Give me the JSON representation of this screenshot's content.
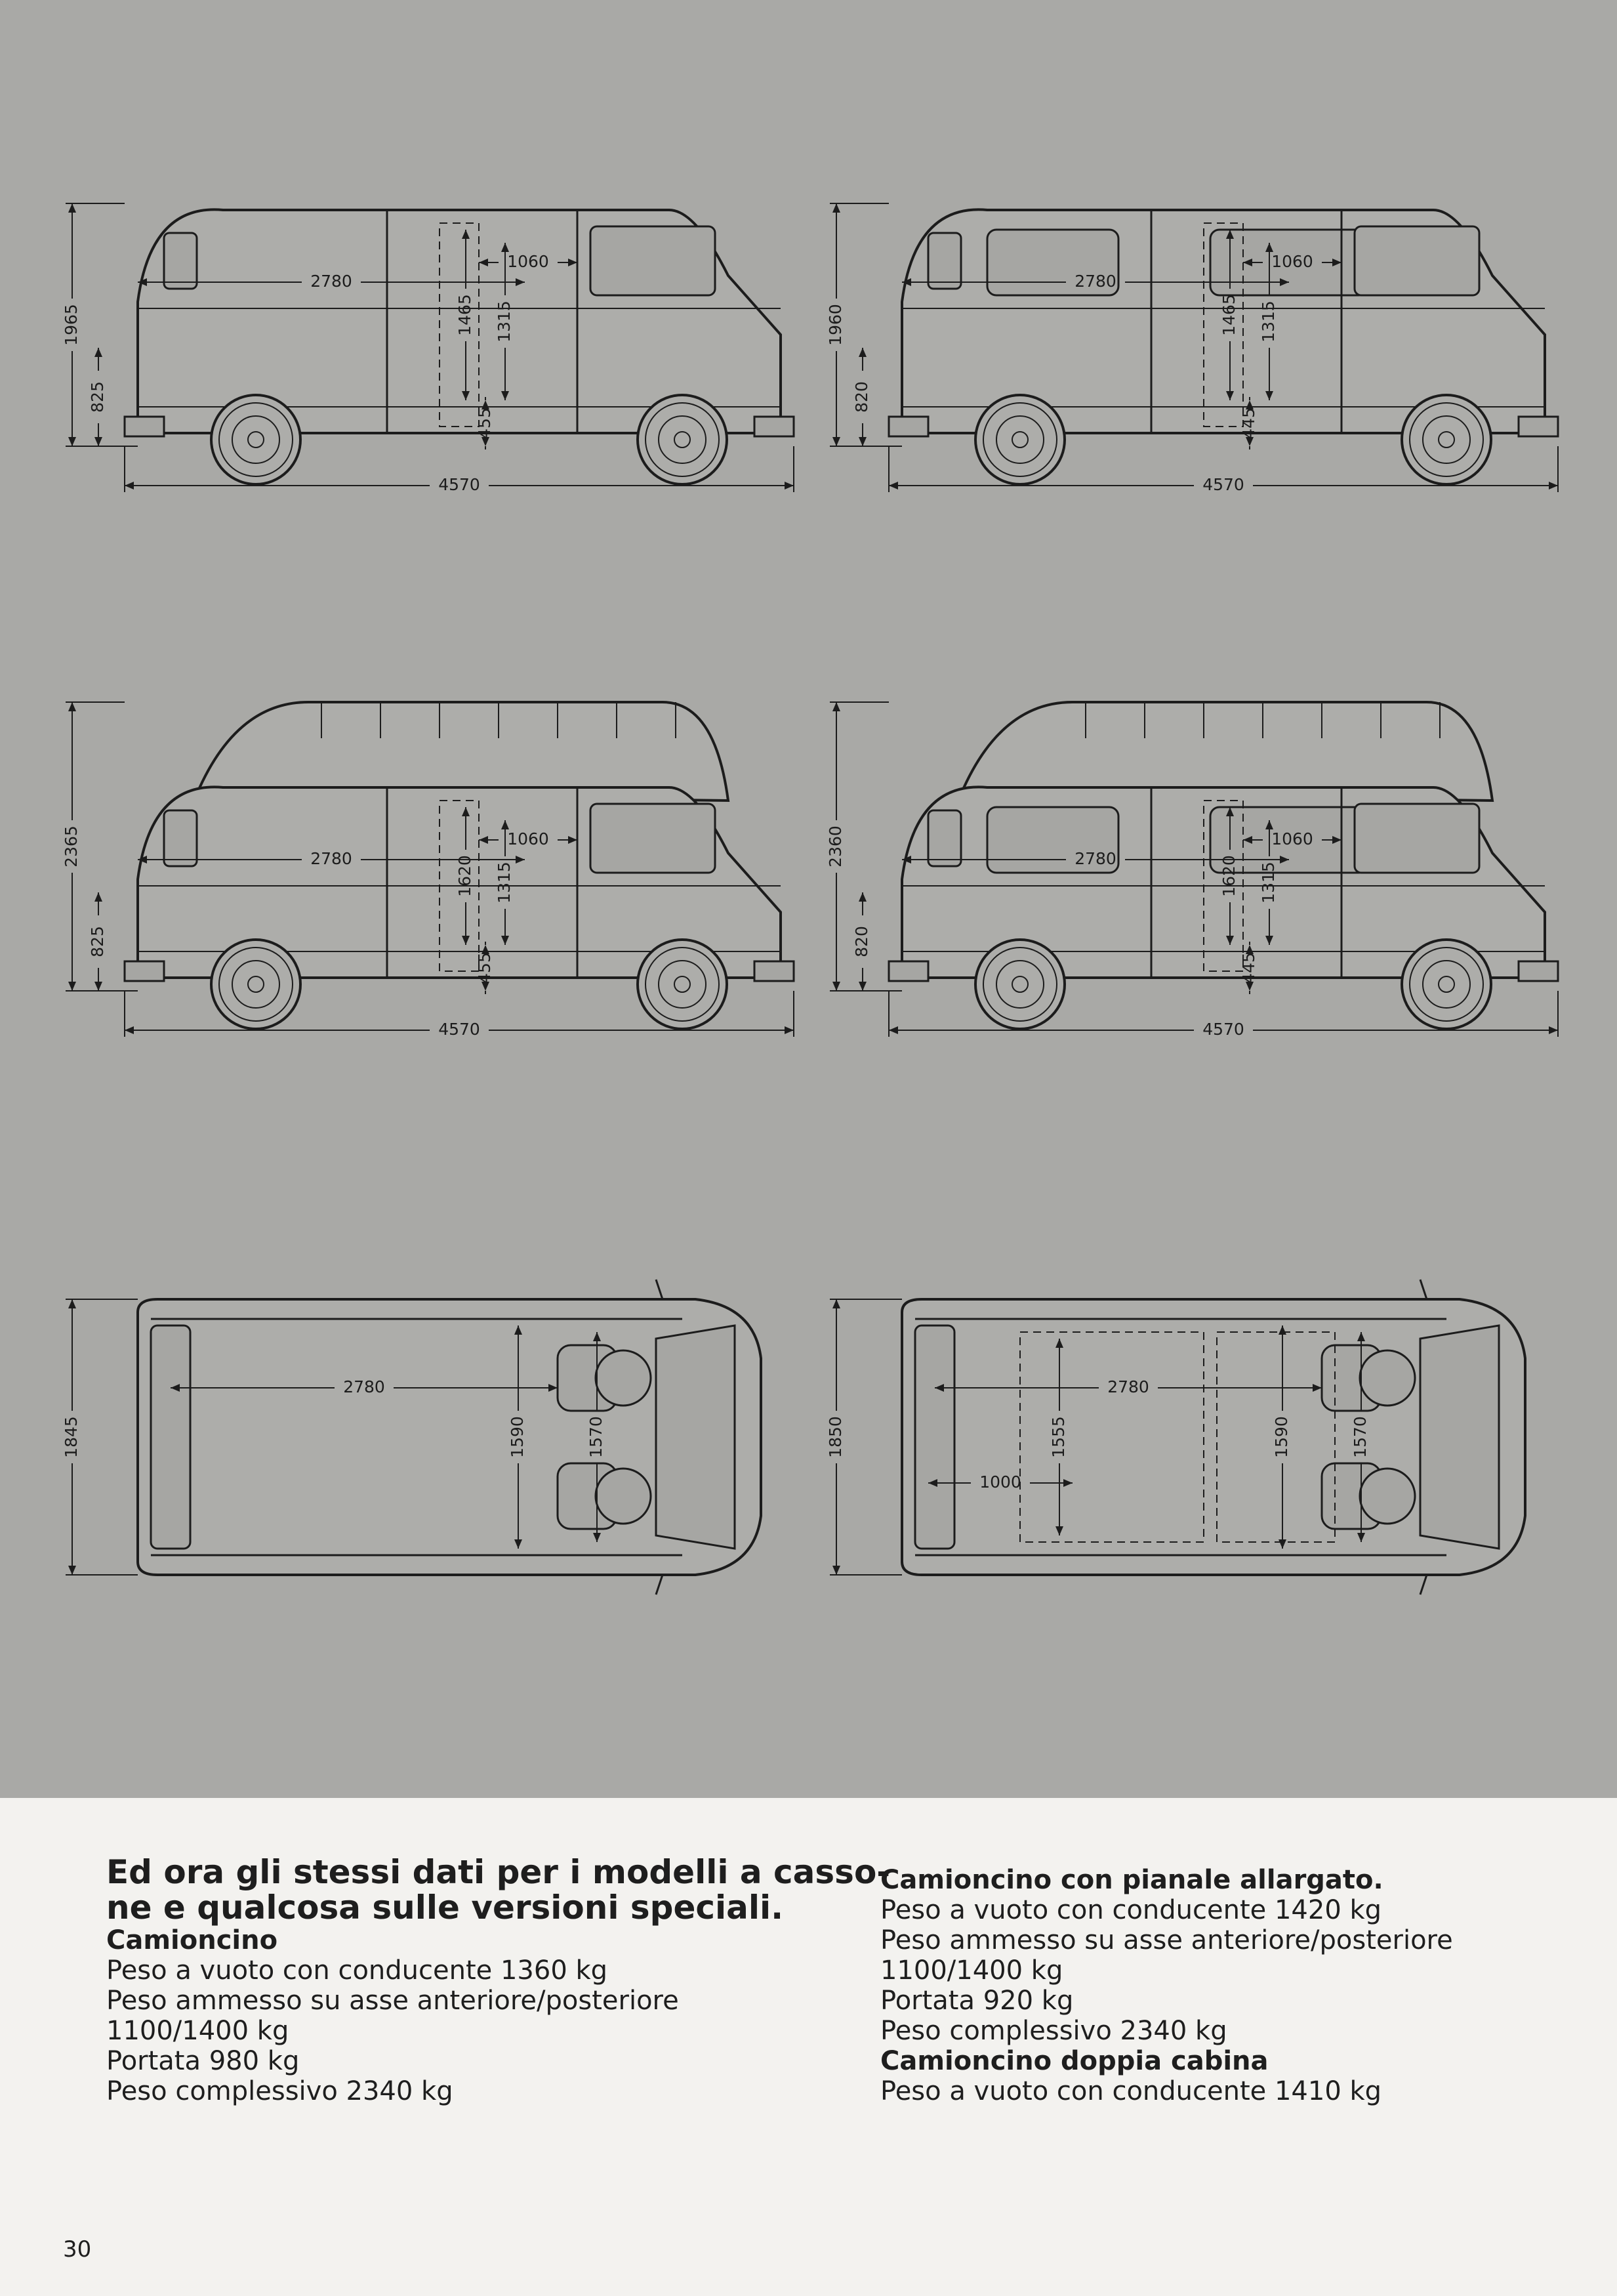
{
  "page_number": "30",
  "drawings": [
    {
      "id": "side-low-van",
      "roof": "low",
      "windows": false,
      "labels": {
        "wheelbase": "2780",
        "length": "4570",
        "height": "1965",
        "floor": "825",
        "door_w": "1060",
        "door_h": "1465",
        "inner_h": "1315",
        "step": "455"
      }
    },
    {
      "id": "side-low-bus",
      "roof": "low",
      "windows": true,
      "labels": {
        "wheelbase": "2780",
        "length": "4570",
        "height": "1960",
        "floor": "820",
        "door_w": "1060",
        "door_h": "1465",
        "inner_h": "1315",
        "step": "445"
      }
    },
    {
      "id": "side-high-van",
      "roof": "high",
      "windows": false,
      "labels": {
        "wheelbase": "2780",
        "length": "4570",
        "height": "2365",
        "floor": "825",
        "door_w": "1060",
        "door_h": "1620",
        "inner_h": "1315",
        "step": "455"
      }
    },
    {
      "id": "side-high-bus",
      "roof": "high",
      "windows": true,
      "labels": {
        "wheelbase": "2780",
        "length": "4570",
        "height": "2360",
        "floor": "820",
        "door_w": "1060",
        "door_h": "1620",
        "inner_h": "1315",
        "step": "445"
      }
    },
    {
      "id": "top-van",
      "seats": false,
      "labels": {
        "wheelbase": "2780",
        "width": "1845",
        "inner_w": "1590",
        "cab_w": "1570"
      }
    },
    {
      "id": "top-bus",
      "seats": true,
      "labels": {
        "wheelbase": "2780",
        "width": "1850",
        "inner_w": "1590",
        "cab_w": "1570",
        "rear_w": "1555",
        "rear_l": "1000"
      }
    }
  ],
  "text": {
    "left": {
      "heading_1": "Ed ora gli stessi dati per i modelli a casso-",
      "heading_2": "ne e qualcosa sulle versioni speciali.",
      "sub": "Camioncino",
      "lines": [
        "Peso a vuoto con conducente 1360 kg",
        "Peso ammesso su asse anteriore/posteriore",
        "1100/1400 kg",
        "Portata 980 kg",
        "Peso complessivo 2340 kg"
      ]
    },
    "right": {
      "sub_1": "Camioncino con pianale allargato.",
      "lines_1": [
        "Peso a vuoto con conducente 1420 kg",
        "Peso ammesso su asse anteriore/posteriore",
        "1100/1400 kg",
        "Portata 920 kg",
        "Peso complessivo 2340 kg"
      ],
      "sub_2": "Camioncino doppia cabina",
      "lines_2": [
        "Peso a vuoto con conducente 1410 kg"
      ]
    }
  }
}
